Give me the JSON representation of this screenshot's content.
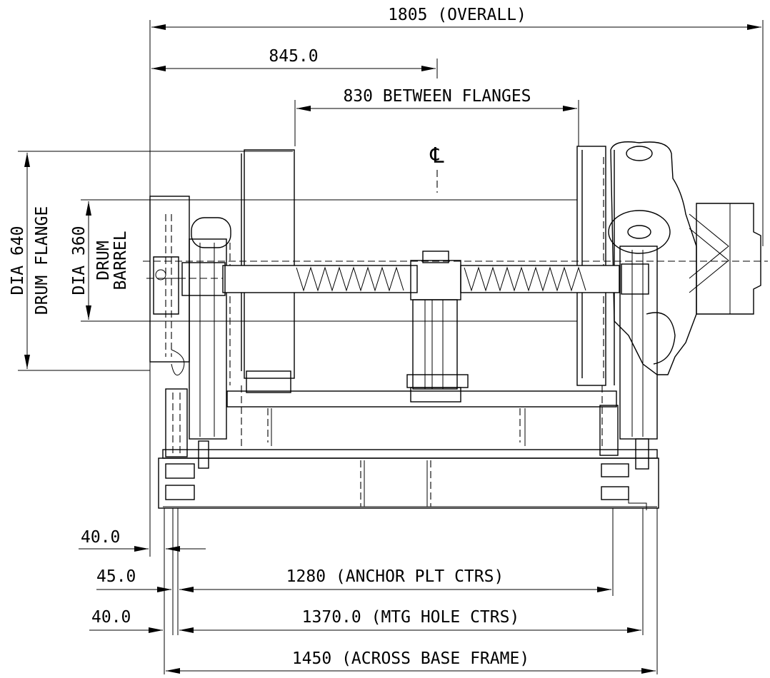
{
  "dimensions": {
    "overall": "1805 (OVERALL)",
    "center_offset": "845.0",
    "between_flanges": "830 BETWEEN FLANGES",
    "dia_flange_1": "DIA 640",
    "dia_flange_2": "DRUM FLANGE",
    "dia_barrel_1": "DIA 360",
    "dia_barrel_2": "DRUM",
    "dia_barrel_3": "BARREL",
    "left_40a": "40.0",
    "left_45": "45.0",
    "left_40b": "40.0",
    "anchor": "1280 (ANCHOR PLT CTRS)",
    "mtg_holes": "1370.0 (MTG HOLE CTRS)",
    "base_frame": "1450 (ACROSS BASE FRAME)"
  },
  "centerline_symbol": "℄"
}
